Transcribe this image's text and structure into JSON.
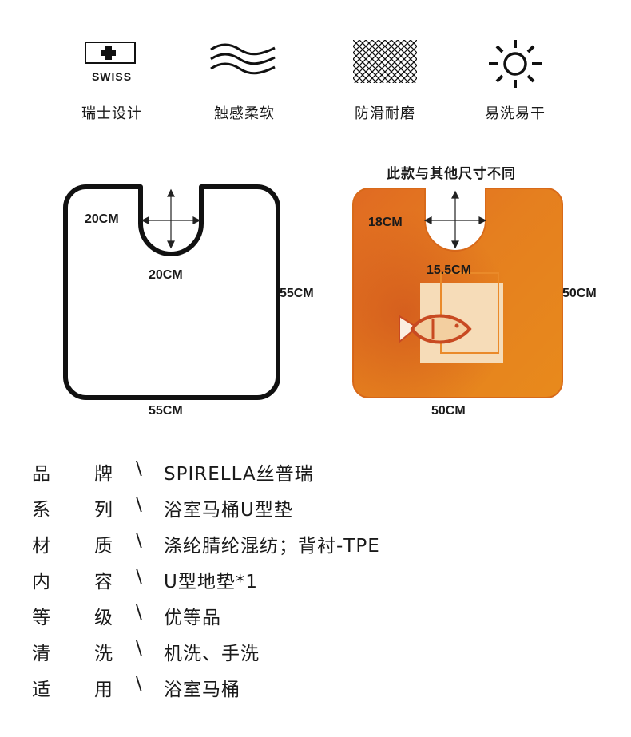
{
  "features": [
    {
      "icon": "swiss-cross-icon",
      "badge": "SWISS",
      "label": "瑞士设计"
    },
    {
      "icon": "waves-icon",
      "label": "触感柔软"
    },
    {
      "icon": "crosshatch-icon",
      "label": "防滑耐磨"
    },
    {
      "icon": "sun-icon",
      "label": "易洗易干"
    }
  ],
  "diagram": {
    "note": "此款与其他尺寸不同",
    "left": {
      "cutout_side": "20CM",
      "cutout_bottom": "20CM",
      "height": "55CM",
      "width": "55CM"
    },
    "right": {
      "cutout_side": "18CM",
      "cutout_bottom": "15.5CM",
      "height": "50CM",
      "width": "50CM"
    }
  },
  "colors": {
    "rug_orange": "#e27a1c",
    "rug_dark": "#c0521a",
    "outline": "#111111"
  },
  "specs": [
    {
      "k1": "品",
      "k2": "牌",
      "sep": "\\",
      "value": "SPIRELLA丝普瑞"
    },
    {
      "k1": "系",
      "k2": "列",
      "sep": "\\",
      "value": "浴室马桶U型垫"
    },
    {
      "k1": "材",
      "k2": "质",
      "sep": "\\",
      "value": "涤纶腈纶混纺；背衬-TPE"
    },
    {
      "k1": "内",
      "k2": "容",
      "sep": "\\",
      "value": "U型地垫*1"
    },
    {
      "k1": "等",
      "k2": "级",
      "sep": "\\",
      "value": "优等品"
    },
    {
      "k1": "清",
      "k2": "洗",
      "sep": "\\",
      "value": "机洗、手洗"
    },
    {
      "k1": "适",
      "k2": "用",
      "sep": "\\",
      "value": "浴室马桶"
    }
  ]
}
